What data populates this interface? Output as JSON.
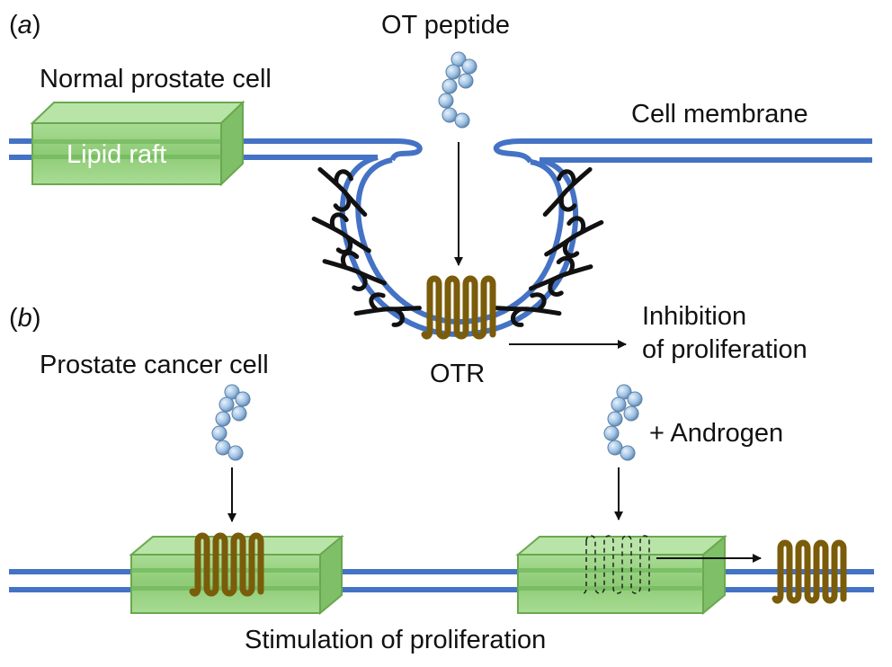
{
  "panel_a": {
    "letter_open": "(",
    "letter": "a",
    "letter_close": ")",
    "cell_label": "Normal prostate cell",
    "raft_label": "Lipid raft",
    "peptide_label": "OT peptide",
    "membrane_label": "Cell membrane",
    "receptor_label": "OTR",
    "effect_line1": "Inhibition",
    "effect_line2": "of proliferation"
  },
  "panel_b": {
    "letter_open": "(",
    "letter": "b",
    "letter_close": ")",
    "cell_label": "Prostate cancer cell",
    "androgen_label": "+ Androgen",
    "effect_label": "Stimulation of proliferation"
  },
  "colors": {
    "membrane": "#4472c4",
    "raft_fill": "#9bd389",
    "raft_edge": "#6aa84f",
    "receptor": "#7a5c0a",
    "peptide": "#a9c8e8",
    "caveolin": "#111111"
  },
  "icons": [
    "peptide-icon",
    "otr-receptor-icon",
    "lipid-raft-icon",
    "caveolin-icon",
    "arrow-icon"
  ]
}
